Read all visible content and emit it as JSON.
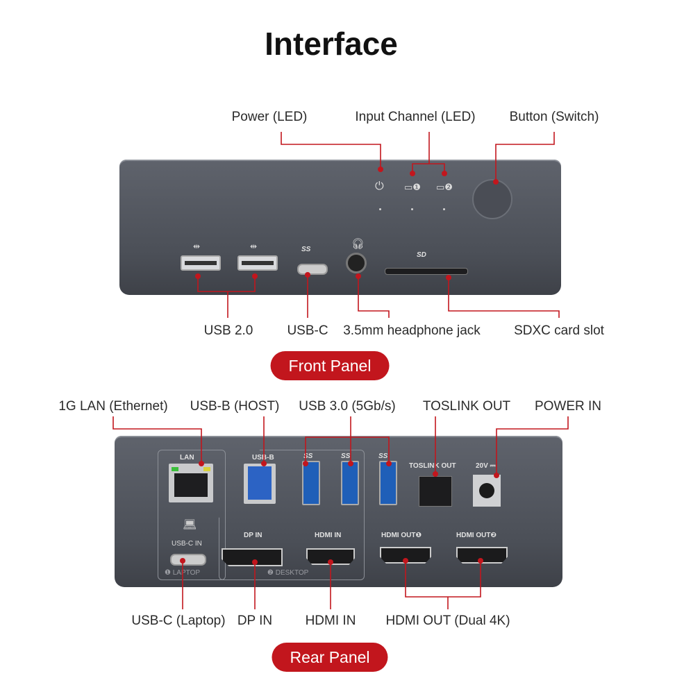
{
  "title": "Interface",
  "front": {
    "top_labels": [
      "Power (LED)",
      "Input Channel (LED)",
      "Button (Switch)"
    ],
    "bottom_labels": [
      "USB 2.0",
      "USB-C",
      "3.5mm headphone jack",
      "SDXC card slot"
    ],
    "panel_label": "Front Panel",
    "device_text": {
      "sd": "SD",
      "ss": "SS"
    }
  },
  "rear": {
    "top_labels": [
      "1G LAN (Ethernet)",
      "USB-B (HOST)",
      "USB 3.0 (5Gb/s)",
      "TOSLINK OUT",
      "POWER IN"
    ],
    "bottom_labels": [
      "USB-C (Laptop)",
      "DP IN",
      "HDMI IN",
      "HDMI OUT (Dual 4K)"
    ],
    "panel_label": "Rear Panel",
    "device_text": {
      "lan": "LAN",
      "usbb": "USB-B",
      "toslink": "TOSLINK OUT",
      "power": "20V ⎓",
      "usbc_in": "USB-C IN",
      "dp_in": "DP IN",
      "hdmi_in": "HDMI IN",
      "hdmi_out1": "HDMI OUT❶",
      "hdmi_out2": "HDMI OUT❷",
      "laptop": "❶ LAPTOP",
      "desktop": "❷ DESKTOP"
    }
  },
  "colors": {
    "accent": "#c2161d",
    "device": "#53575f",
    "usb3": "#1f5fb8"
  }
}
